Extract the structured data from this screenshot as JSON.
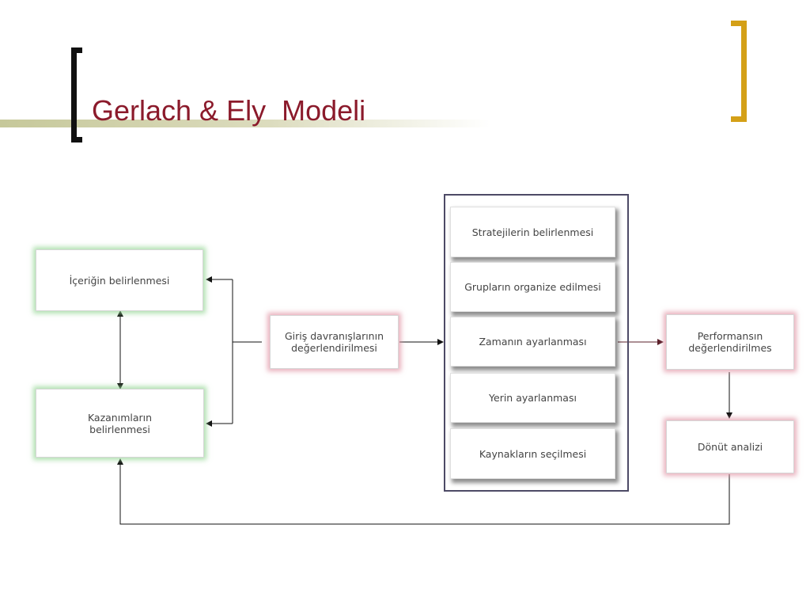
{
  "slide": {
    "title": "Gerlach & Ely  Modeli",
    "accent_colors": {
      "title": "#8b1a2b",
      "left_bracket": "#111111",
      "right_bracket": "#d4a017",
      "green_glow": "#96d796",
      "pink_glow": "#e196a5",
      "frame": "#4d4a66"
    }
  },
  "diagram": {
    "nodes": {
      "content": "İçeriğin  belirlenmesi",
      "objectives": "Kazanımların\nbelirlenmesi",
      "entry_behaviors": "Giriş davranışlarının\ndeğerlendirilmesi",
      "strategies": "Stratejilerin belirlenmesi",
      "groups": "Grupların organize edilmesi",
      "time": "Zamanın ayarlanması",
      "space": "Yerin ayarlanması",
      "resources": "Kaynakların seçilmesi",
      "performance": "Performansın\ndeğerlendirilmes",
      "feedback": "Dönüt  analizi"
    },
    "edges": [
      {
        "from": "content",
        "to": "objectives",
        "kind": "bidirectional"
      },
      {
        "from": "entry_behaviors",
        "to": "content",
        "kind": "arrow"
      },
      {
        "from": "entry_behaviors",
        "to": "objectives",
        "kind": "arrow"
      },
      {
        "from": "entry_behaviors",
        "to": "strategy_group",
        "kind": "arrow"
      },
      {
        "from": "time",
        "to": "performance",
        "kind": "arrow"
      },
      {
        "from": "performance",
        "to": "feedback",
        "kind": "arrow"
      },
      {
        "from": "feedback",
        "to": "objectives",
        "kind": "arrow"
      }
    ]
  }
}
